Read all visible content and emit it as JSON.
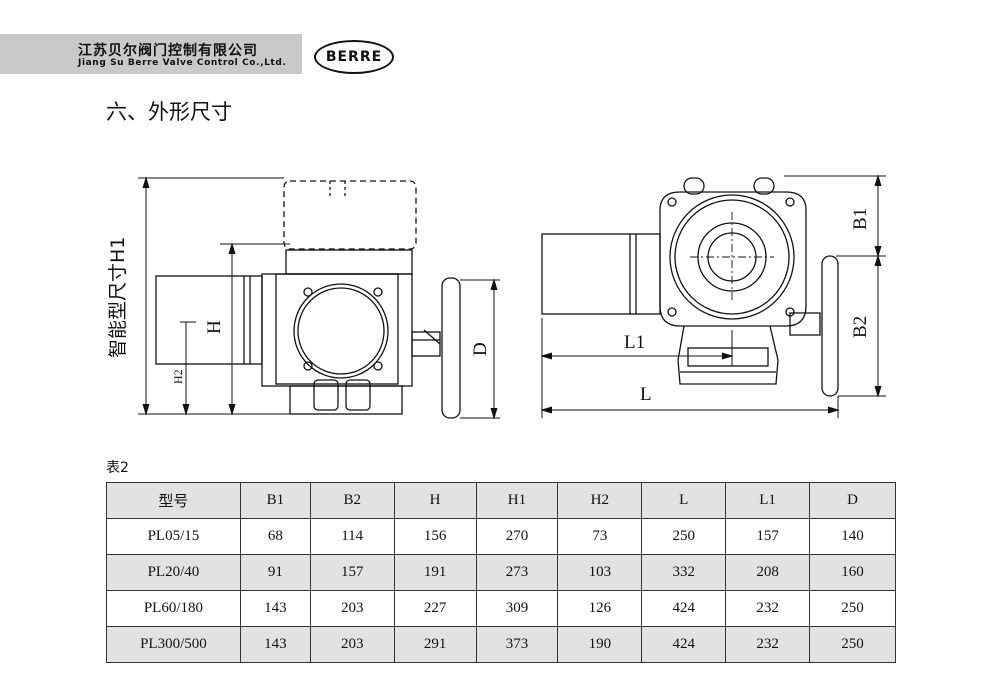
{
  "header": {
    "company_cn": "江苏贝尔阀门控制有限公司",
    "company_en": "Jiang Su Berre Valve Control Co.,Ltd.",
    "logo_text": "BERRE"
  },
  "section_title": "六、外形尺寸",
  "drawing": {
    "side_view": {
      "h1_label": "智能型尺寸H1",
      "h_label": "H",
      "h2_label": "H2",
      "d_label": "D"
    },
    "front_view": {
      "b1_label": "B1",
      "b2_label": "B2",
      "l1_label": "L1",
      "l_label": "L"
    }
  },
  "table": {
    "caption": "表2",
    "headers": [
      "型号",
      "B1",
      "B2",
      "H",
      "H1",
      "H2",
      "L",
      "L1",
      "D"
    ],
    "rows": [
      [
        "PL05/15",
        "68",
        "114",
        "156",
        "270",
        "73",
        "250",
        "157",
        "140"
      ],
      [
        "PL20/40",
        "91",
        "157",
        "191",
        "273",
        "103",
        "332",
        "208",
        "160"
      ],
      [
        "PL60/180",
        "143",
        "203",
        "227",
        "309",
        "126",
        "424",
        "232",
        "250"
      ],
      [
        "PL300/500",
        "143",
        "203",
        "291",
        "373",
        "190",
        "424",
        "232",
        "250"
      ]
    ]
  }
}
